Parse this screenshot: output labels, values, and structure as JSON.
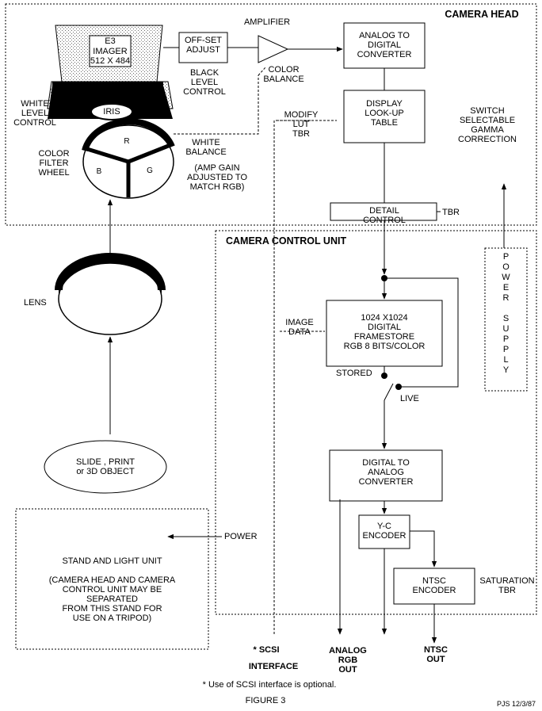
{
  "regions": {
    "camera_head": "CAMERA HEAD",
    "camera_control_unit": "CAMERA CONTROL UNIT"
  },
  "imager": {
    "line1": "E3",
    "line2": "IMAGER",
    "line3": "512 X 484"
  },
  "labels": {
    "offset_adjust": "OFF-SET\nADJUST",
    "black_level_control": "BLACK\nLEVEL\nCONTROL",
    "amplifier": "AMPLIFIER",
    "color_balance": "COLOR\nBALANCE",
    "adc": "ANALOG TO\nDIGITAL\nCONVERTER",
    "display_lut": "DISPLAY\nLOOK-UP\nTABLE",
    "modify_lut": "MODIFY\nLUT\nTBR",
    "switch_gamma": "SWITCH\nSELECTABLE\nGAMMA\nCORRECTION",
    "white_level_control": "WHITE\nLEVEL\nCONTROL",
    "iris": "IRIS",
    "color_filter_wheel": "COLOR\nFILTER\nWHEEL",
    "white_balance": "WHITE\nBALANCE",
    "amp_gain": "(AMP GAIN\nADJUSTED TO\nMATCH RGB)",
    "wheel_r": "R",
    "wheel_g": "G",
    "wheel_b": "B",
    "detail_control": "DETAIL\nCONTROL",
    "detail_tbr": "TBR",
    "lens": "LENS",
    "framestore": "1024 X1024\nDIGITAL\nFRAMESTORE\nRGB 8 BITS/COLOR",
    "image_data": "IMAGE\nDATA",
    "stored": "STORED",
    "live": "LIVE",
    "power_supply": "P\nO\nW\nE\nR\n\nS\nU\nP\nP\nL\nY",
    "dac": "DIGITAL TO\nANALOG\nCONVERTER",
    "yc_encoder": "Y-C\nENCODER",
    "ntsc_encoder": "NTSC\nENCODER",
    "saturation": "SATURATION\nTBR",
    "object": "SLIDE , PRINT\nor 3D OBJECT",
    "power": "POWER",
    "stand_title": "STAND AND LIGHT UNIT",
    "stand_note": "(CAMERA HEAD AND CAMERA\nCONTROL UNIT MAY BE\nSEPARATED\nFROM THIS STAND FOR\nUSE ON A TRIPOD)",
    "scsi": "* SCSI",
    "interface": "INTERFACE",
    "analog_rgb_out": "ANALOG\nRGB\nOUT",
    "ntsc_out": "NTSC\nOUT"
  },
  "footnote": "* Use of SCSI interface is optional.",
  "figure_label": "FIGURE 3",
  "signature": "PJS 12/3/87"
}
